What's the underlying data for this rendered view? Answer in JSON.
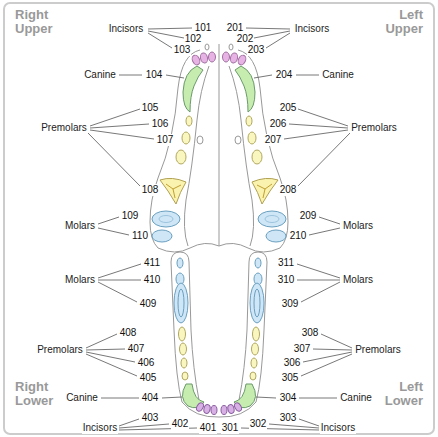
{
  "diagram": {
    "labels": [
      "Right Upper",
      "Left Upper",
      "Incisors",
      "101",
      "201",
      "Incisors",
      "102",
      "202",
      "103",
      "203",
      "Canine",
      "104",
      "204",
      "Canine",
      "105",
      "205",
      "Premolars",
      "106",
      "206",
      "Premolars",
      "107",
      "207",
      "108",
      "208",
      "109",
      "209",
      "Molars",
      "Molars",
      "110",
      "210",
      "411",
      "311",
      "Molars",
      "410",
      "310",
      "Molars",
      "409",
      "309",
      "408",
      "308",
      "Premolars",
      "407",
      "307",
      "Premolars",
      "406",
      "306",
      "405",
      "305",
      "Canine",
      "404",
      "304",
      "Canine",
      "Right Lower",
      "Left Lower",
      "Incisors",
      "403",
      "402",
      "401",
      "301",
      "302",
      "303",
      "Incisors"
    ]
  }
}
